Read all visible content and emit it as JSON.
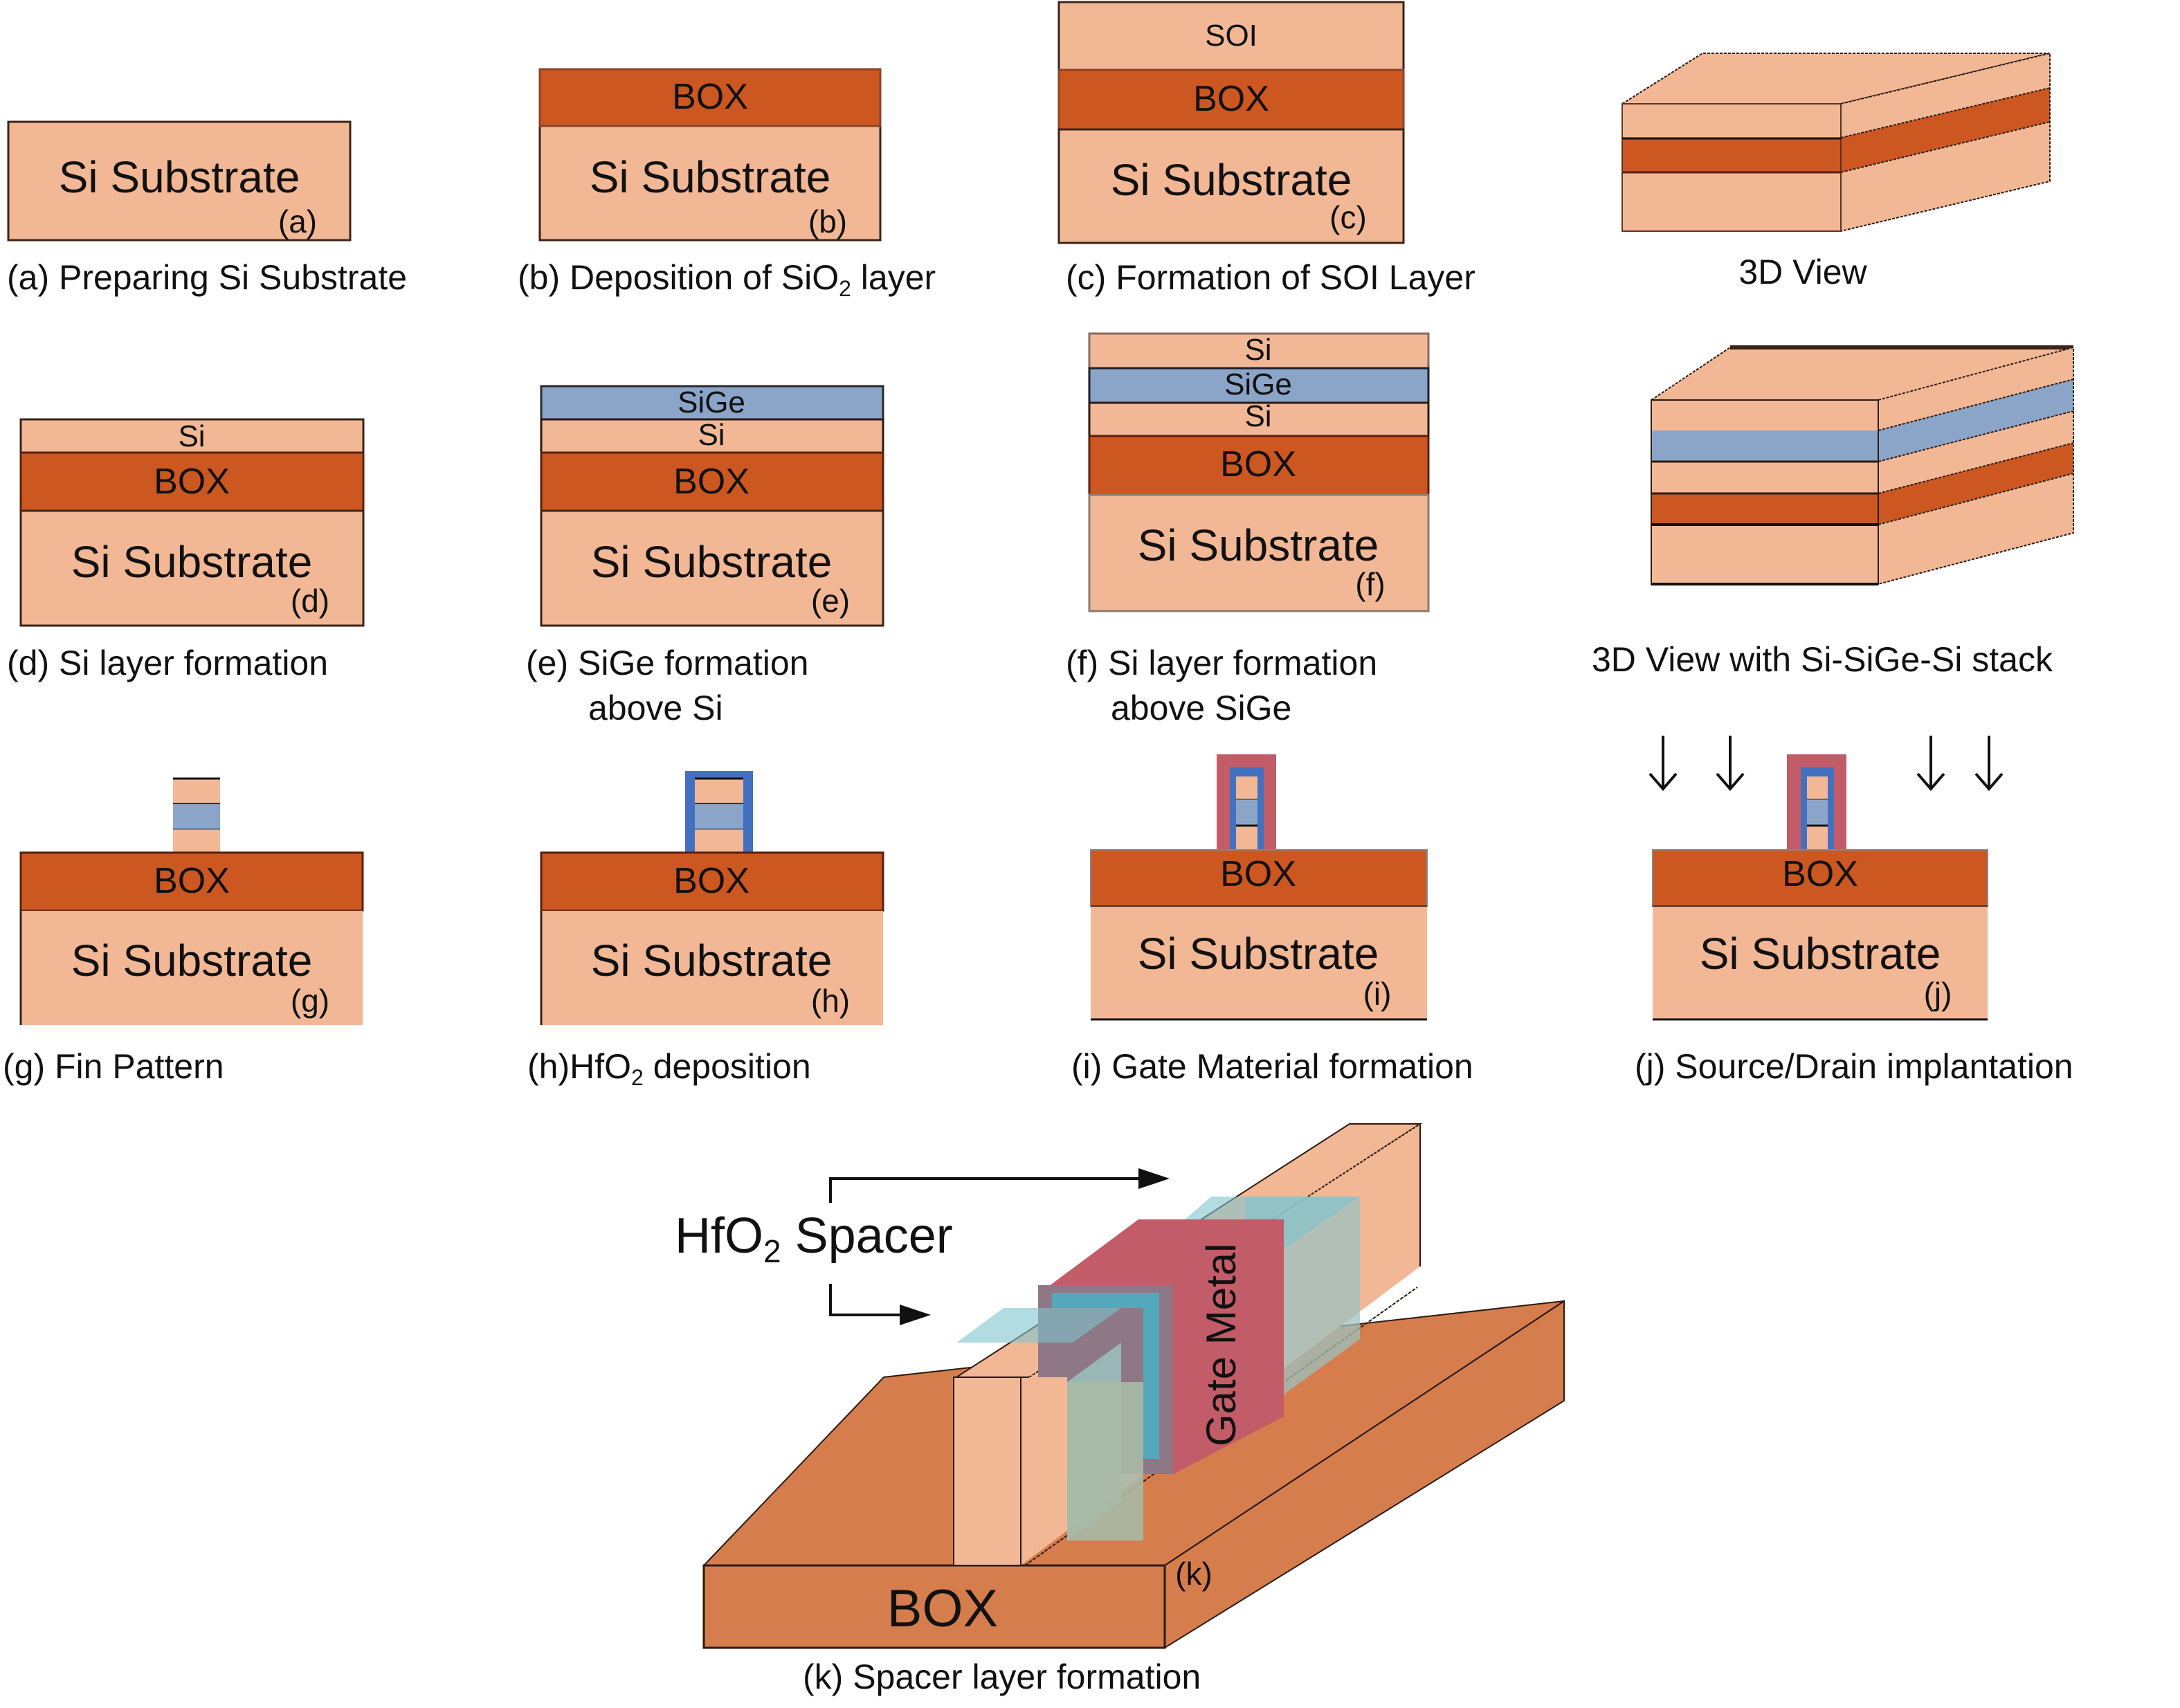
{
  "colors": {
    "si": "#f2b896",
    "box": "#cc5720",
    "box3d": "#d67d4e",
    "sige": "#8aa5c8",
    "hfo2": "#4470c0",
    "gate": "#c25c68",
    "spacer": "#7fc4cf",
    "outline": "#3a2418"
  },
  "layers": {
    "si_substrate": "Si Substrate",
    "box": "BOX",
    "soi": "SOI",
    "si": "Si",
    "sige": "SiGe"
  },
  "panels": {
    "a": {
      "tag": "(a)",
      "caption": "(a) Preparing Si Substrate"
    },
    "b": {
      "tag": "(b)",
      "caption_pre": "(b) Deposition of SiO",
      "caption_sub": "2",
      "caption_post": " layer"
    },
    "c": {
      "tag": "(c)",
      "caption": "(c) Formation of SOI Layer"
    },
    "view3d": {
      "caption": "3D View"
    },
    "d": {
      "tag": "(d)",
      "caption": "(d) Si layer formation"
    },
    "e": {
      "tag": "(e)",
      "caption_line1": "(e) SiGe formation",
      "caption_line2": "above Si"
    },
    "f": {
      "tag": "(f)",
      "caption_line1": "(f) Si layer formation",
      "caption_line2": "above SiGe"
    },
    "view3d_stack": {
      "caption": "3D View with Si-SiGe-Si stack"
    },
    "g": {
      "tag": "(g)",
      "caption": "(g) Fin Pattern"
    },
    "h": {
      "tag": "(h)",
      "caption_pre": "(h)HfO",
      "caption_sub": "2",
      "caption_post": " deposition"
    },
    "i": {
      "tag": "(i)",
      "caption": "(i) Gate Material formation"
    },
    "j": {
      "tag": "(j)",
      "caption": "(j) Source/Drain implantation"
    },
    "k": {
      "tag": "(k)",
      "caption": "(k) Spacer layer formation",
      "spacer_label_pre": "HfO",
      "spacer_label_sub": "2",
      "spacer_label_post": " Spacer",
      "gate_label": "Gate Metal",
      "box_label": "BOX"
    }
  }
}
